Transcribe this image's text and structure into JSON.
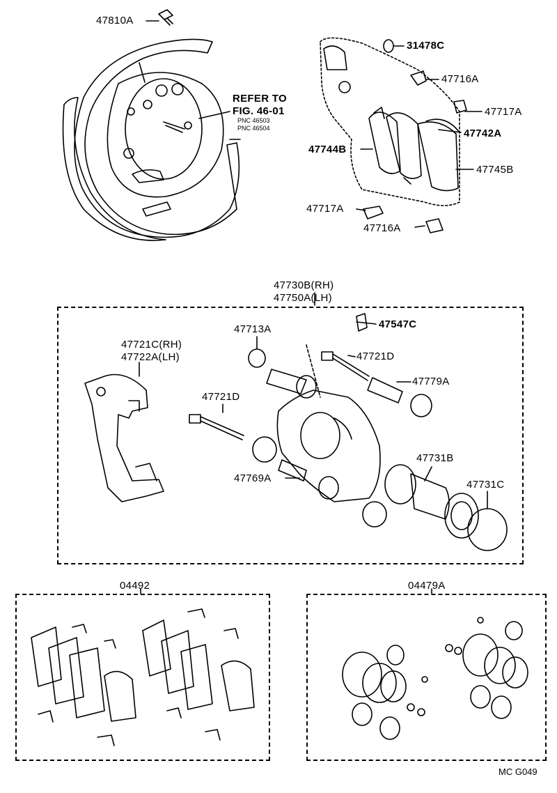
{
  "top_left": {
    "bolt_label": "47810A",
    "refer_line1": "REFER TO",
    "refer_line2": "FIG. 46-01",
    "pnc1": "PNC 46503",
    "pnc2": "PNC 46504"
  },
  "top_right": {
    "l_31478c": "31478C",
    "l_47716a_top": "47716A",
    "l_47717a_top": "47717A",
    "l_47742a": "47742A",
    "l_47744b": "47744B",
    "l_47745b": "47745B",
    "l_47717a_bot": "47717A",
    "l_47716a_bot": "47716A"
  },
  "caliper": {
    "assy_rh": "47730B",
    "assy_rh_suffix": "(RH)",
    "assy_lh": "47750A",
    "assy_lh_suffix": "(LH)",
    "l_47713a": "47713A",
    "l_47547c": "47547C",
    "l_47721c": "47721C",
    "l_47721c_suffix": "(RH)",
    "l_47722a": "47722A",
    "l_47722a_suffix": "(LH)",
    "l_47721d_top": "47721D",
    "l_47779a": "47779A",
    "l_47721d_left": "47721D",
    "l_47731b": "47731B",
    "l_47769a": "47769A",
    "l_47731c": "47731C"
  },
  "kits": {
    "pad_kit": "04492",
    "seal_kit": "04479A"
  },
  "figure_code": "MC G049"
}
